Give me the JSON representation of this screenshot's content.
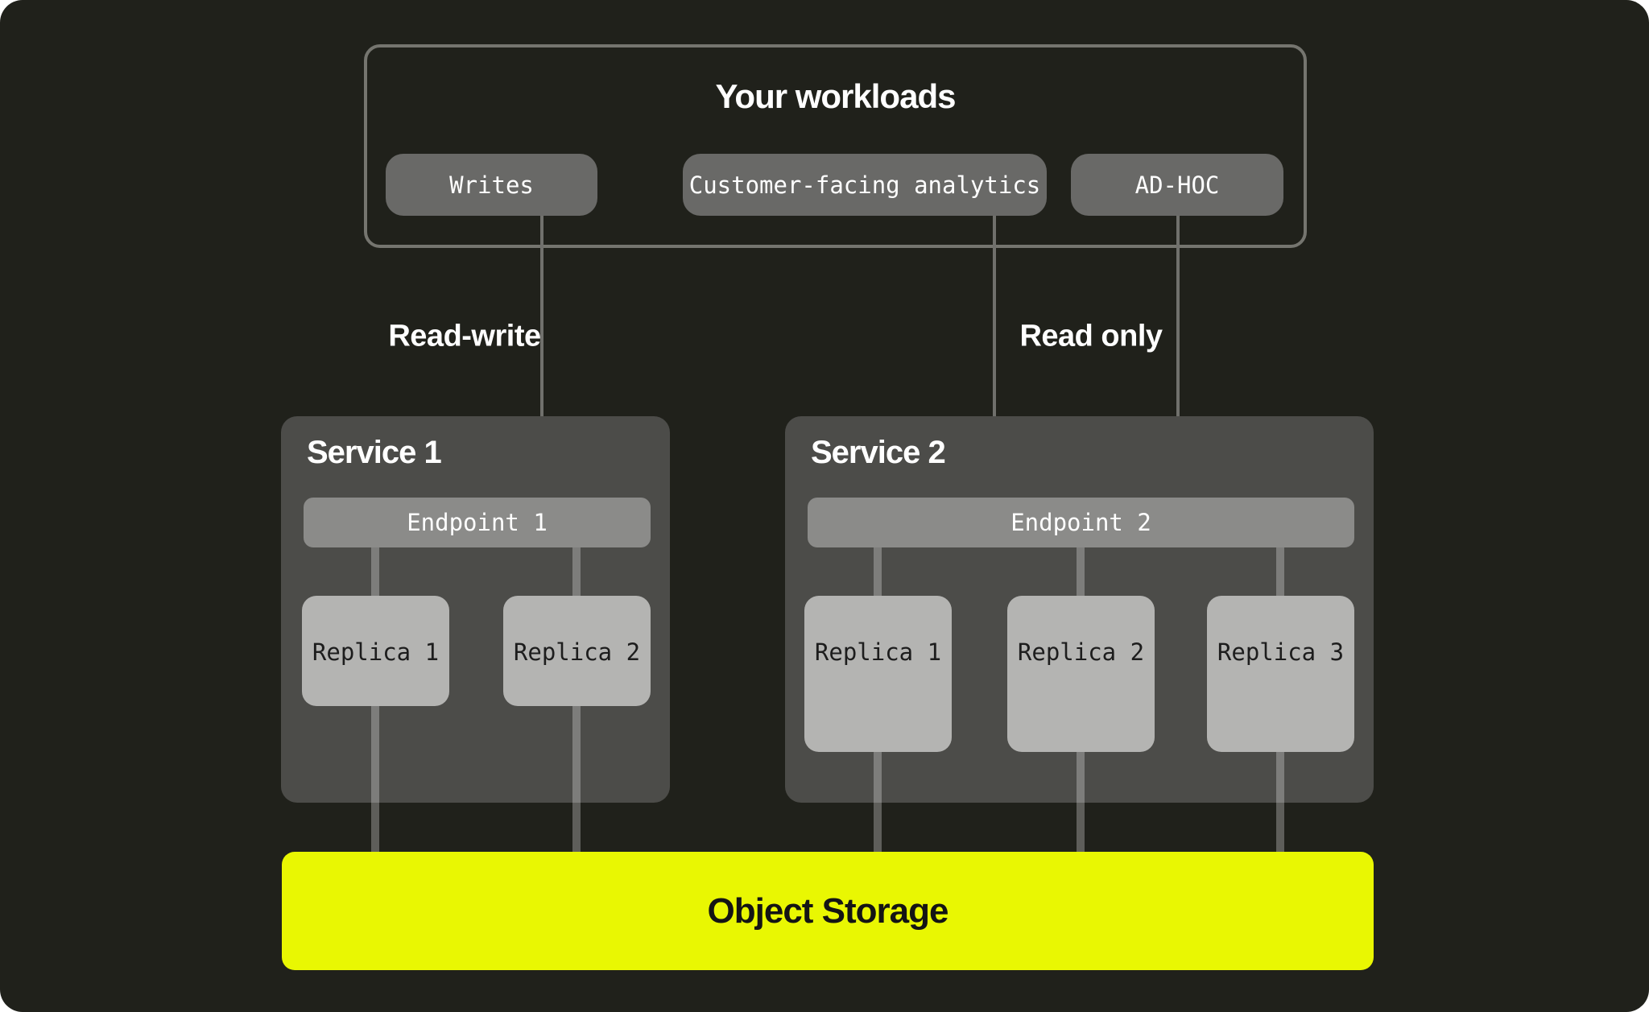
{
  "workloads": {
    "title": "Your workloads",
    "items": [
      {
        "label": "Writes"
      },
      {
        "label": "Customer-facing analytics"
      },
      {
        "label": "AD-HOC"
      }
    ]
  },
  "edges": {
    "read_write_label": "Read-write",
    "read_only_label": "Read only"
  },
  "services": [
    {
      "name": "Service 1",
      "endpoint": "Endpoint 1",
      "replicas": [
        "Replica 1",
        "Replica 2"
      ]
    },
    {
      "name": "Service 2",
      "endpoint": "Endpoint 2",
      "replicas": [
        "Replica 1",
        "Replica 2",
        "Replica 3"
      ]
    }
  ],
  "storage": {
    "label": "Object Storage"
  },
  "colors": {
    "canvas_background": "#20211b",
    "panel": "#4c4c49",
    "workload_chip": "#696967",
    "endpoint_bar": "#8b8b89",
    "replica_box": "#b4b4b2",
    "frame_border": "#75756f",
    "arrow": "#70706c",
    "storage_accent": "#e9f702",
    "text_light": "#ffffff",
    "text_dark": "#1d1d1d"
  }
}
